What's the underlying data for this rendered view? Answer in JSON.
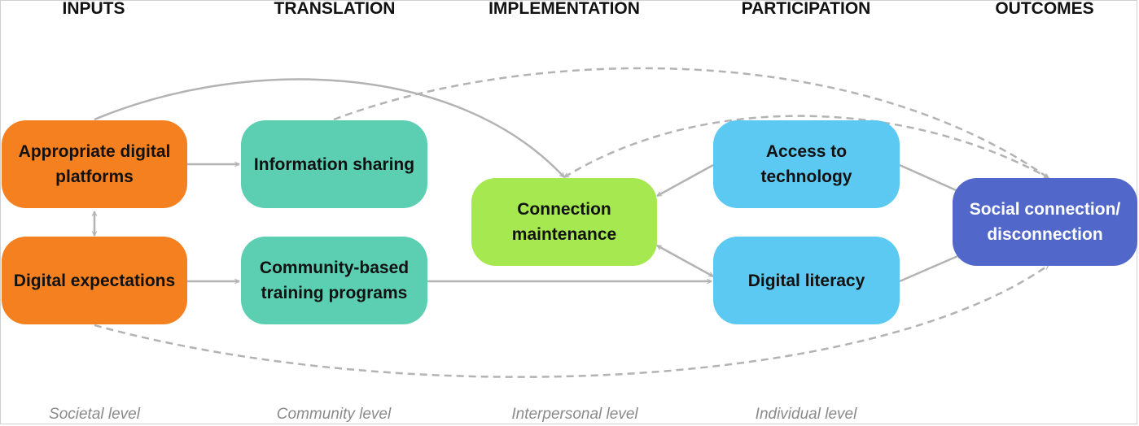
{
  "headers": {
    "inputs": "INPUTS",
    "translation": "TRANSLATION",
    "implementation": "IMPLEMENTATION",
    "participation": "PARTICIPATION",
    "outcomes": "OUTCOMES"
  },
  "levels": {
    "societal": "Societal level",
    "community": "Community level",
    "interpersonal": "Interpersonal level",
    "individual": "Individual level"
  },
  "nodes": {
    "platforms": "Appropriate digital platforms",
    "expectations": "Digital expectations",
    "info_sharing": "Information sharing",
    "community_training": "Community-based training programs",
    "connection_maintenance": "Connection maintenance",
    "access_technology": "Access to technology",
    "digital_literacy": "Digital literacy",
    "social_connection": "Social connection/ disconnection"
  },
  "colors": {
    "inputs": "#f5801f",
    "translation": "#5ccfb2",
    "implementation": "#a6e84f",
    "participation": "#5bc9f2",
    "outcomes": "#5167c9",
    "arrow": "#b3b3b3"
  }
}
